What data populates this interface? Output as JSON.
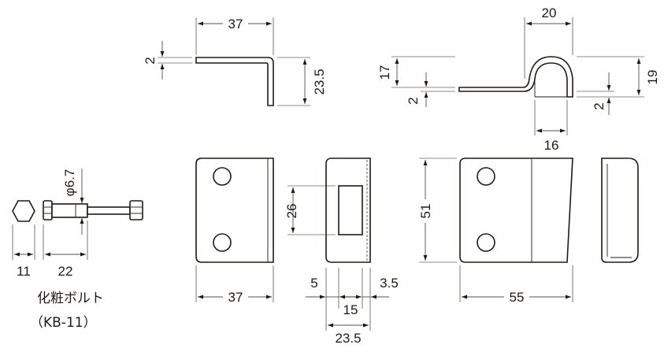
{
  "dimensions": {
    "angle_width": "37",
    "angle_thickness": "2",
    "angle_height": "23.5",
    "hook_width": "20",
    "hook_height_left": "17",
    "hook_height_right": "19",
    "hook_thickness_left": "2",
    "hook_thickness_right": "2",
    "hook_inner": "16",
    "bolt_diameter": "φ6.7",
    "bolt_head": "11",
    "bolt_length": "22",
    "plate_width": "37",
    "slot_height": "26",
    "side_offset_left": "5",
    "side_slot": "15",
    "side_offset_right": "3.5",
    "side_depth": "23.5",
    "hasp_height": "51",
    "hasp_width": "55"
  },
  "caption": {
    "name": "化粧ボルト",
    "code": "（KB-11）"
  },
  "colors": {
    "line": "#231815",
    "background": "#ffffff"
  }
}
